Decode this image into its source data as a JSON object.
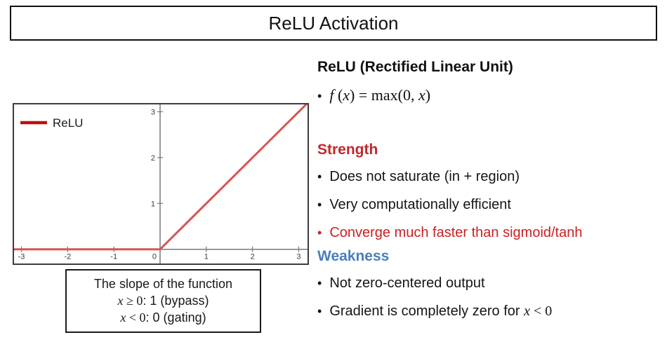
{
  "title": "ReLU Activation",
  "accent_colors": {
    "strength_red": "#c1272d",
    "bullet_red": "#cc2020",
    "weakness_blue": "#4a7ebb",
    "curve_red": "#d75450",
    "legend_red": "#c00d0d"
  },
  "chart_data": {
    "type": "line",
    "title": "",
    "xlabel": "",
    "ylabel": "",
    "grid": false,
    "legend_position": "top-left",
    "legend": [
      {
        "label": "ReLU",
        "color": "#c00d0d"
      }
    ],
    "x_ticks": [
      -3,
      -2,
      -1,
      0,
      1,
      2,
      3
    ],
    "y_ticks": [
      1,
      2,
      3
    ],
    "xlim": [
      -3.16,
      3.19
    ],
    "ylim": [
      -0.31,
      3.16
    ],
    "axis_color": "#787878",
    "series": [
      {
        "name": "ReLU",
        "color": "#d75450",
        "points": [
          [
            -3.16,
            0
          ],
          [
            0,
            0
          ],
          [
            3.19,
            3.19
          ]
        ]
      }
    ]
  },
  "caption": {
    "line1": "The slope of the function",
    "line2_segments": [
      {
        "t": "x",
        "c": "mi"
      },
      {
        "t": " ≥ 0",
        "c": "mr"
      },
      {
        "t": ": 1 (bypass)",
        "c": ""
      }
    ],
    "line3_segments": [
      {
        "t": "x",
        "c": "mi"
      },
      {
        "t": " < 0",
        "c": "mr"
      },
      {
        "t": ": 0 (gating)",
        "c": ""
      }
    ]
  },
  "right": {
    "heading": "ReLU (Rectified Linear Unit)",
    "bullet_glyph": "•",
    "formula_segments": [
      {
        "t": "f ",
        "c": "mi"
      },
      {
        "t": "(",
        "c": "mr"
      },
      {
        "t": "x",
        "c": "mi"
      },
      {
        "t": ")  =  max(0, ",
        "c": "mr"
      },
      {
        "t": "x",
        "c": "mi"
      },
      {
        "t": ")",
        "c": "mr"
      }
    ],
    "strength_heading": "Strength",
    "strength_items": [
      {
        "text": "Does not saturate (in + region)",
        "color": "black"
      },
      {
        "text": "Very computationally efficient",
        "color": "black"
      },
      {
        "text": "Converge much faster than sigmoid/tanh",
        "color": "red"
      }
    ],
    "weakness_heading": "Weakness",
    "weakness_items": [
      {
        "text": "Not zero-centered output",
        "color": "black"
      },
      {
        "segments": [
          {
            "t": "Gradient is completely zero for ",
            "c": ""
          },
          {
            "t": "x",
            "c": "mi"
          },
          {
            "t": " < 0",
            "c": "mr"
          }
        ],
        "color": "black"
      }
    ]
  }
}
